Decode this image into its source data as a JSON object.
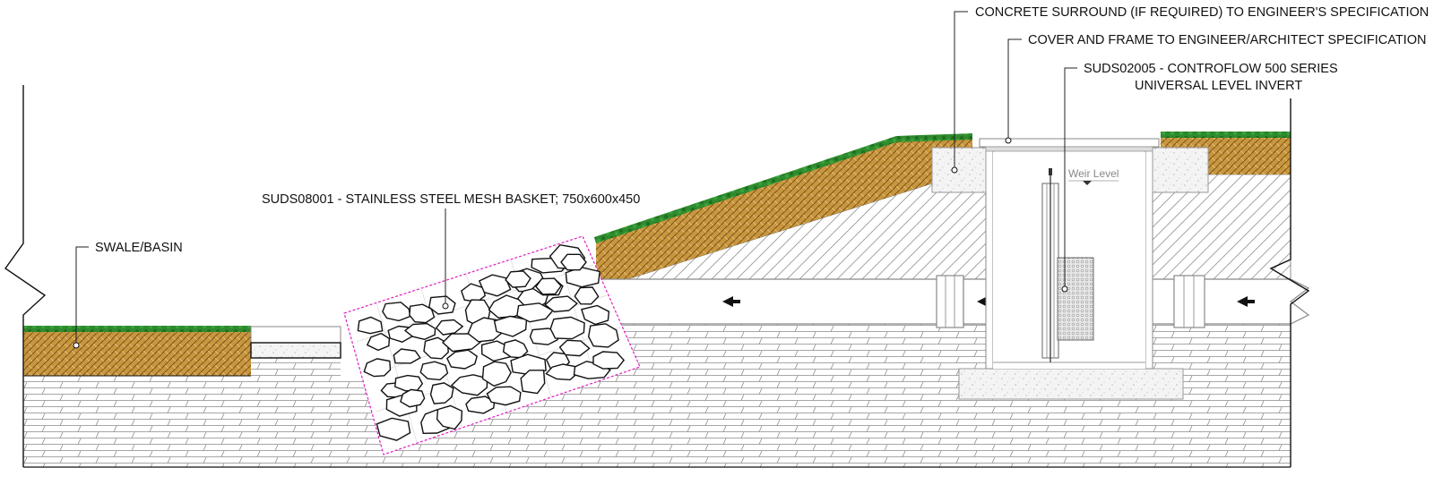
{
  "labels": {
    "concrete_surround": "CONCRETE SURROUND (IF REQUIRED) TO ENGINEER'S SPECIFICATION",
    "cover_frame": "COVER AND FRAME TO ENGINEER/ARCHITECT SPECIFICATION",
    "controflow_line1": "SUDS02005 - CONTROFLOW 500 SERIES",
    "controflow_line2": "UNIVERSAL  LEVEL INVERT",
    "mesh_basket": "SUDS08001 - STAINLESS STEEL MESH BASKET; 750x600x450",
    "swale": "SWALE/BASIN",
    "weir_level": "Weir Level"
  },
  "colors": {
    "soil": "#c8963e",
    "soil_hatch": "#6e4a14",
    "grass": "#2e8b2e",
    "basket_outline": "#e020c0",
    "concrete": "#f2f2f2",
    "pipe": "#ffffff"
  }
}
